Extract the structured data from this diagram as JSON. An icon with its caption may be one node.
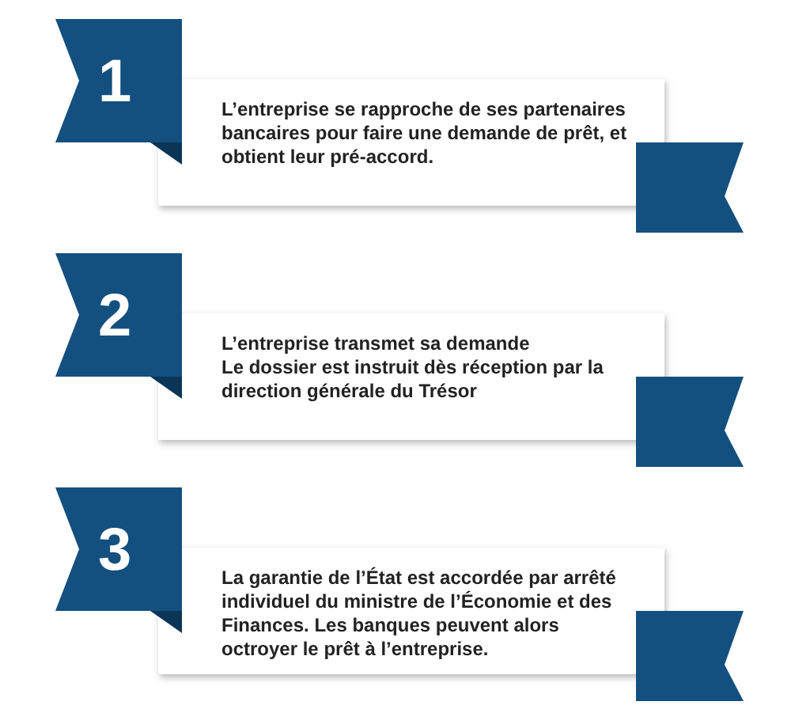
{
  "diagram": {
    "nodes": [
      {
        "text": [
          "1",
          "L’entreprise se rapproche de ses partenaires bancaires pour faire une demande de prêt, et obtient leur pré-accord."
        ]
      },
      {
        "text": [
          "2",
          "L’entreprise transmet sa demande",
          "Le dossier est instruit dès réception par la direction générale du Trésor"
        ]
      },
      {
        "text": [
          "3",
          "La garantie de l’État est accordée par arrêté individuel du ministre de l’Économie et des Finances. Les banques peuvent alors octroyer le prêt à l’entreprise."
        ]
      }
    ]
  }
}
